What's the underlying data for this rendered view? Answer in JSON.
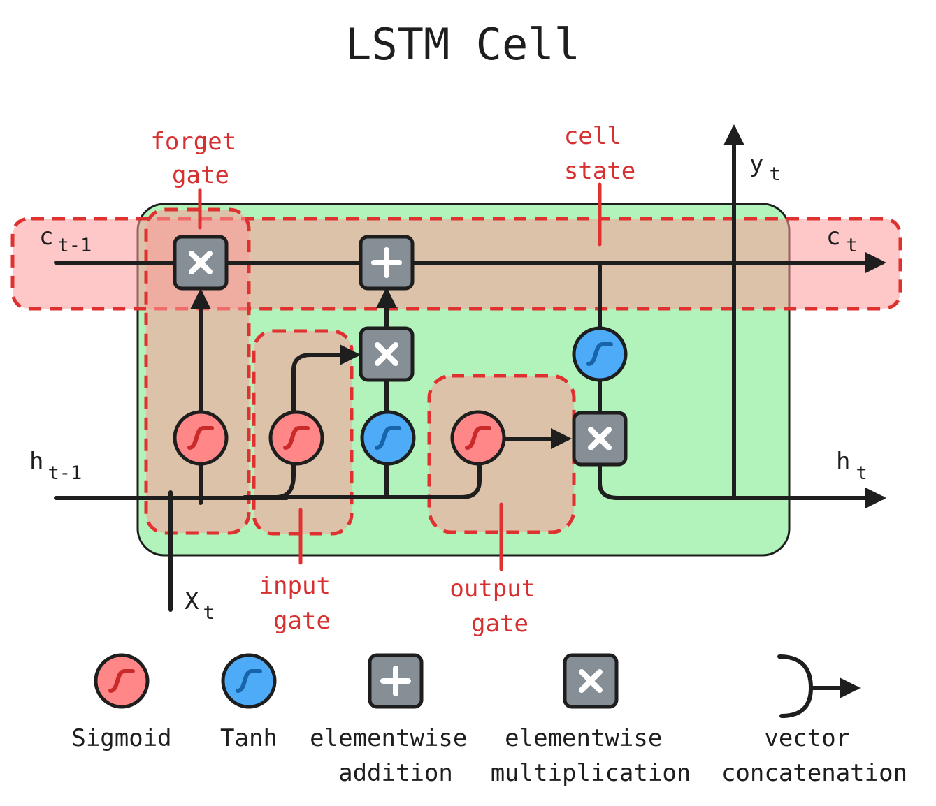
{
  "title": "LSTM Cell",
  "inputs": {
    "c_prev": {
      "base": "c",
      "sub": "t-1"
    },
    "h_prev": {
      "base": "h",
      "sub": "t-1"
    },
    "x": {
      "base": "X",
      "sub": "t"
    }
  },
  "outputs": {
    "c_next": {
      "base": "c",
      "sub": "t"
    },
    "h_next": {
      "base": "h",
      "sub": "t"
    },
    "y": {
      "base": "y",
      "sub": "t"
    }
  },
  "annotations": {
    "forget_gate": [
      "forget",
      "gate"
    ],
    "input_gate": [
      "input",
      "gate"
    ],
    "output_gate": [
      "output",
      "gate"
    ],
    "cell_state": [
      "cell",
      "state"
    ]
  },
  "legend": {
    "sigmoid": [
      "Sigmoid"
    ],
    "tanh": [
      "Tanh"
    ],
    "addition": [
      "elementwise",
      "addition"
    ],
    "multiplication": [
      "elementwise",
      "multiplication"
    ],
    "concatenation": [
      "vector",
      "concatenation"
    ]
  },
  "colors": {
    "cell_body": "#b2f2bb",
    "gate_highlight": "#ffc9c9",
    "gate_dash": "#e03131",
    "sigmoid": "#ff8787",
    "tanh": "#4dabf7",
    "operator": "#868e96",
    "label_red": "#d63031"
  },
  "icons": [
    "sigmoid-icon",
    "tanh-icon",
    "plus-icon",
    "multiply-icon",
    "concatenation-icon"
  ]
}
